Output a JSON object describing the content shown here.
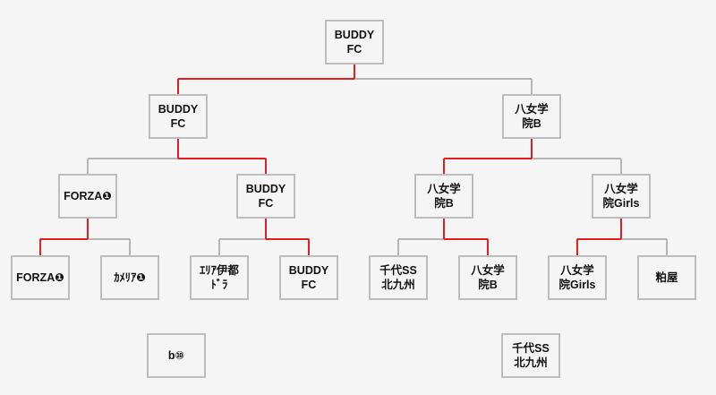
{
  "bracket": {
    "final": "BUDDY\nFC",
    "semi_left": "BUDDY\nFC",
    "semi_right": "八女学\n院B",
    "quarter_1": "FORZA❶",
    "quarter_2": "BUDDY\nFC",
    "quarter_3": "八女学\n院B",
    "quarter_4": "八女学\n院Girls",
    "r1_1": "FORZA❶",
    "r1_2": "ｶﾒﾘｱ❶",
    "r1_3": "ｴﾘｱ伊都\nﾄﾞﾗ",
    "r1_4": "BUDDY\nFC",
    "r1_5": "千代SS\n北九州",
    "r1_6": "八女学\n院B",
    "r1_7": "八女学\n院Girls",
    "r1_8": "粕屋",
    "extra_1": "b⑩",
    "extra_2": "千代SS\n北九州"
  },
  "colors": {
    "winner_line": "#e02020",
    "loser_line": "#b5b5b5",
    "box_border": "#bdbdbd",
    "background": "#f5f5f5"
  },
  "winners": {
    "final": "left",
    "semi_left": "right",
    "semi_right": "left",
    "quarter_1": "left",
    "quarter_2": "right",
    "quarter_3": "right",
    "quarter_4": "left"
  }
}
